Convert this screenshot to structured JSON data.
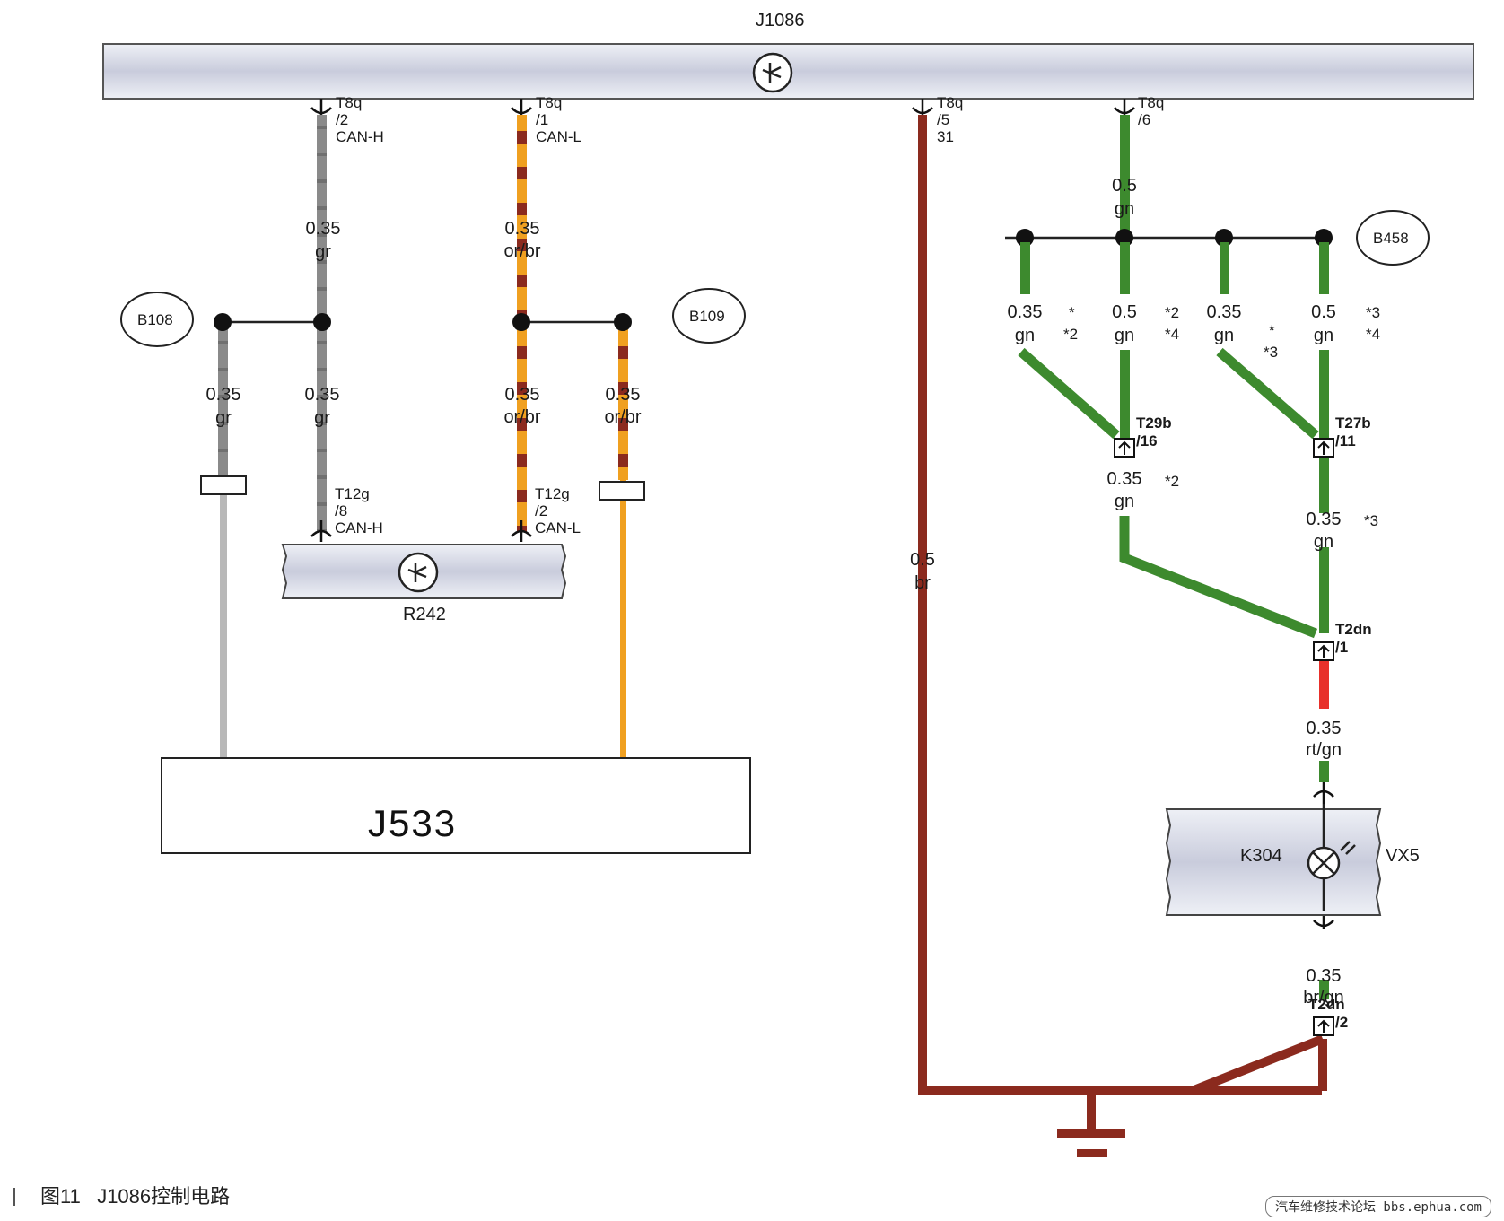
{
  "components": {
    "j1086": "J1086",
    "r242": "R242",
    "j533": "J533",
    "k304": "K304",
    "vx5": "VX5"
  },
  "splices": {
    "b108": "B108",
    "b109": "B109",
    "b458": "B458"
  },
  "connectors": {
    "t8q_2": [
      "T8q",
      "/2",
      "CAN-H"
    ],
    "t8q_1": [
      "T8q",
      "/1",
      "CAN-L"
    ],
    "t8q_5": [
      "T8q",
      "/5",
      "31"
    ],
    "t8q_6": [
      "T8q",
      "/6"
    ],
    "t12g_8": [
      "T12g",
      "/8",
      "CAN-H"
    ],
    "t12g_2": [
      "T12g",
      "/2",
      "CAN-L"
    ],
    "t29b_16": [
      "T29b",
      "/16"
    ],
    "t27b_11": [
      "T27b",
      "/11"
    ],
    "t2dn_1": [
      "T2dn",
      "/1"
    ],
    "t2dn_2": [
      "T2dn",
      "/2"
    ]
  },
  "wires": {
    "gr_top": [
      "0.35",
      "gr"
    ],
    "orbr_top": [
      "0.35",
      "or/br"
    ],
    "gr_left": [
      "0.35",
      "gr"
    ],
    "gr_mid": [
      "0.35",
      "gr"
    ],
    "orbr_mid": [
      "0.35",
      "or/br"
    ],
    "orbr_right": [
      "0.35",
      "or/br"
    ],
    "br_ground": [
      "0.5",
      "br"
    ],
    "gn_top": [
      "0.5",
      "gn"
    ],
    "gn_b1": [
      "0.35",
      "gn"
    ],
    "gn_b2": [
      "0.5",
      "gn"
    ],
    "gn_b3": [
      "0.35",
      "gn"
    ],
    "gn_b4": [
      "0.5",
      "gn"
    ],
    "gn_t29": [
      "0.35",
      "gn"
    ],
    "gn_t27": [
      "0.35",
      "gn"
    ],
    "rtgn": [
      "0.35",
      "rt/gn"
    ],
    "brgn": [
      "0.35",
      "br/gn"
    ]
  },
  "notes": {
    "b1": [
      "*",
      "*2"
    ],
    "b2": [
      "*2",
      "*4"
    ],
    "b3": [
      "*",
      "*3"
    ],
    "b4": [
      "*3",
      "*4"
    ],
    "t29": "*2",
    "t27": "*3"
  },
  "caption": {
    "figure": "图11",
    "title": "J1086控制电路"
  },
  "watermark": "汽车维修技术论坛 bbs.ephua.com",
  "colors": {
    "gray": "#8a8a8a",
    "orange": "#f0a020",
    "brown": "#8b2a1e",
    "green": "#3d8a2e",
    "red": "#e8302a",
    "bus_fill": "#d9dbe8"
  }
}
